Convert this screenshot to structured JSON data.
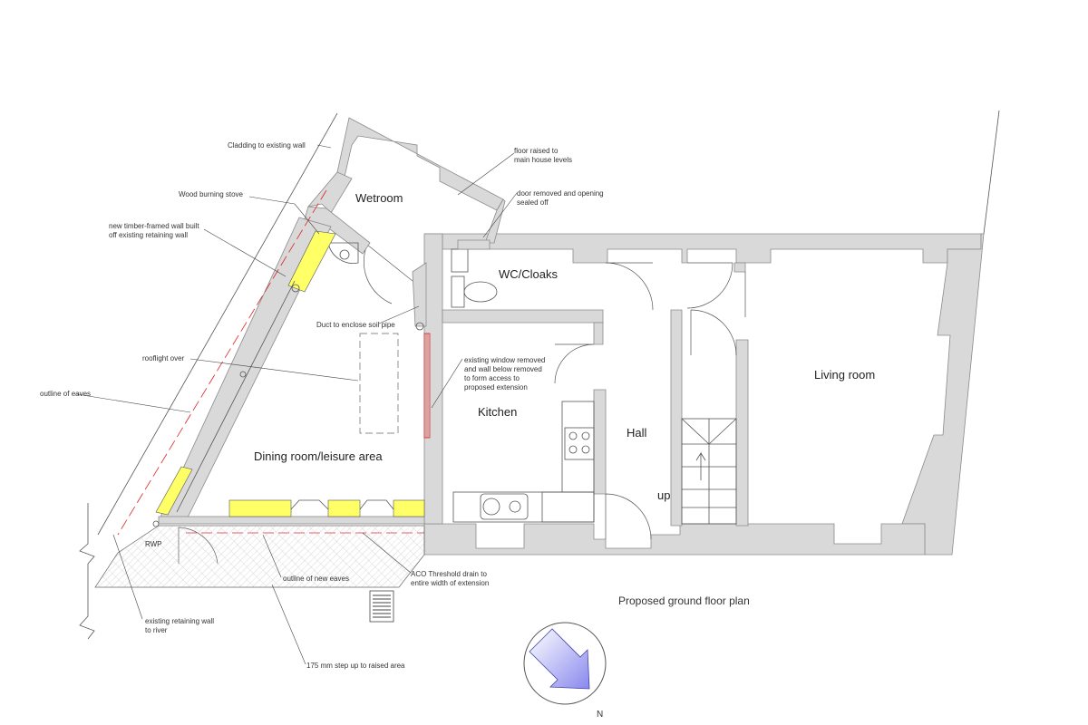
{
  "rooms": {
    "wetroom": "Wetroom",
    "wc": "WC/Cloaks",
    "kitchen": "Kitchen",
    "hall": "Hall",
    "living": "Living room",
    "dining": "Dining room/leisure area",
    "up": "up",
    "rwp": "RWP"
  },
  "annotations": {
    "cladding": "Cladding to existing wall",
    "stove": "Wood burning stove",
    "timber_wall_1": "new timber-framed wall built",
    "timber_wall_2": "off existing retaining wall",
    "floor_raised_1": "floor raised to",
    "floor_raised_2": "main house levels",
    "door_removed_1": "door removed and opening",
    "door_removed_2": "sealed off",
    "duct": "Duct to enclose soil pipe",
    "rooflight": "rooflight over",
    "eaves": "outline of eaves",
    "window_removed_1": "existing window removed",
    "window_removed_2": "and wall below removed",
    "window_removed_3": "to form access to",
    "window_removed_4": "proposed extension",
    "new_eaves": "outline of new eaves",
    "aco_1": "ACO Threshold drain to",
    "aco_2": "entire width of extension",
    "retaining_1": "existing retaining wall",
    "retaining_2": "to river",
    "step": "175 mm step up to raised area"
  },
  "title": "Proposed ground floor plan",
  "north": "N",
  "colors": {
    "wall": "#d9d9d9",
    "insulation": "#ffff66",
    "eaves_line": "#e02020",
    "north_arrow": "#8888ee"
  }
}
